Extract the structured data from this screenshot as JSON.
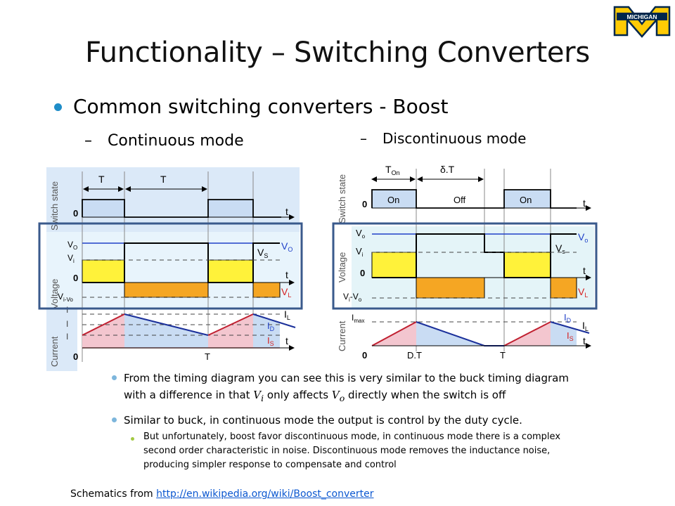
{
  "slide": {
    "title": "Functionality – Switching Converters",
    "logo_text": "MICHIGAN",
    "bullet": "Common switching converters - Boost",
    "continuous_label": "Continuous mode",
    "discontinuous_label": "Discontinuous mode",
    "dash": "–"
  },
  "continuous_diagram": {
    "row_labels": [
      "Switch state",
      "Voltage",
      "Current"
    ],
    "period_labels": [
      "T",
      "T"
    ],
    "axis_t": "t",
    "zero": "0",
    "vo": "V",
    "vo_sub": "O",
    "vi": "V",
    "vi_sub": "i",
    "vs": "V",
    "vs_sub": "S",
    "vl": "V",
    "vl_sub": "L",
    "vio": "V",
    "vio_sub": "i-V",
    "vio_sub2": "o",
    "il": "I",
    "il_sub": "L",
    "id": "I",
    "id_sub": "D",
    "is": "I",
    "is_sub": "S",
    "bottom_t": "T"
  },
  "discontinuous_diagram": {
    "row_labels": [
      "Switch state",
      "Voltage",
      "Current"
    ],
    "ton": "T",
    "ton_sub": "On",
    "delta_t": "δ.T",
    "on1": "On",
    "off": "Off",
    "on2": "On",
    "axis_t": "t",
    "zero": "0",
    "vo": "V",
    "vo_sub": "o",
    "vi": "V",
    "vi_sub": "i",
    "vs": "V",
    "vs_sub": "s",
    "vl": "V",
    "vl_sub": "L",
    "vio": "V",
    "vio_sub": "i",
    "vio_mid": "-V",
    "vio_sub2": "o",
    "imax": "I",
    "imax_sub": "max",
    "id": "I",
    "id_sub": "D",
    "il": "I",
    "il_sub": "L",
    "is": "I",
    "is_sub": "S",
    "dt": "D.T",
    "t_end": "T"
  },
  "notes": [
    {
      "line1_pre": "From the timing diagram you can see this is very similar to the buck timing diagram",
      "line2_pre": "with a difference  in that ",
      "vi": "V",
      "vi_sub": "i",
      "mid": " only affects ",
      "vo": "V",
      "vo_sub": "o",
      "line2_post": " directly when the switch is off"
    },
    {
      "text": "Similar to buck, in continuous mode the output is control by the duty cycle."
    }
  ],
  "subnote": {
    "line1": "But unfortunately, boost favor discontinuous mode, in continuous mode there is a complex",
    "line2": "second order characteristic in noise. Discontinuous mode removes the inductance noise,",
    "line3": "producing simpler response to compensate and control"
  },
  "source": {
    "prefix": "Schematics from ",
    "link": "http://en.wikipedia.org/wiki/Boost_converter"
  },
  "colors": {
    "accent_blue": "#1f8dc8",
    "highlight_frame": "#3a5a8c",
    "yellow_fill": "#fff23a",
    "orange_fill": "#f5a623",
    "pink_fill": "#f3c6cf",
    "lightblue_fill": "#c9dcf3",
    "vo_blue": "#2040c8",
    "red": "#d62020",
    "michigan_blue": "#00274c",
    "michigan_maize": "#ffcb05"
  }
}
